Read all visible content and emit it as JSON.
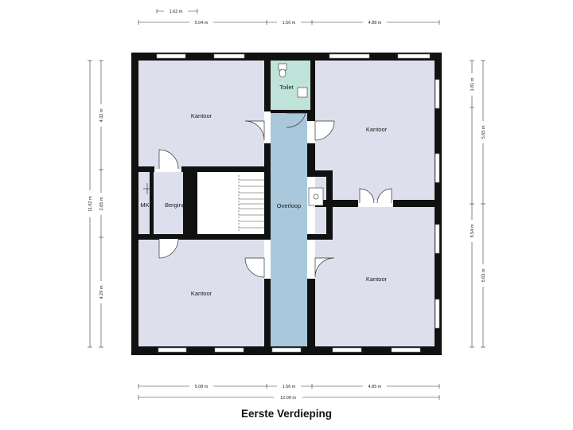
{
  "title": "Eerste Verdieping",
  "rooms": {
    "kantoor_nw": "Kantoor",
    "kantoor_ne": "Kantoor",
    "kantoor_sw": "Kantoor",
    "kantoor_se": "Kantoor",
    "toilet": "Toilet",
    "overloop": "Overloop",
    "berging": "Berging",
    "mk": "MK"
  },
  "dimensions": {
    "top_small": "1.62 m",
    "top_left": "5.04 m",
    "top_mid": "1.50 m",
    "top_right": "4.88 m",
    "bottom_left": "5.08 m",
    "bottom_mid": "1.56 m",
    "bottom_right": "4.85 m",
    "bottom_total": "12.09 m",
    "left_total": "11.62 m",
    "left_top": "4.32 m",
    "left_mid": "2.65 m",
    "left_bottom": "4.29 m",
    "right_top_small": "1.81 m",
    "right_top": "5.65 m",
    "right_total": "9.54 m",
    "right_bottom": "5.63 m"
  },
  "colors": {
    "room_fill": "#dde0ec",
    "hall_fill": "#a9c8dc",
    "toilet_fill": "#bfe3d9",
    "wall": "#111111"
  }
}
